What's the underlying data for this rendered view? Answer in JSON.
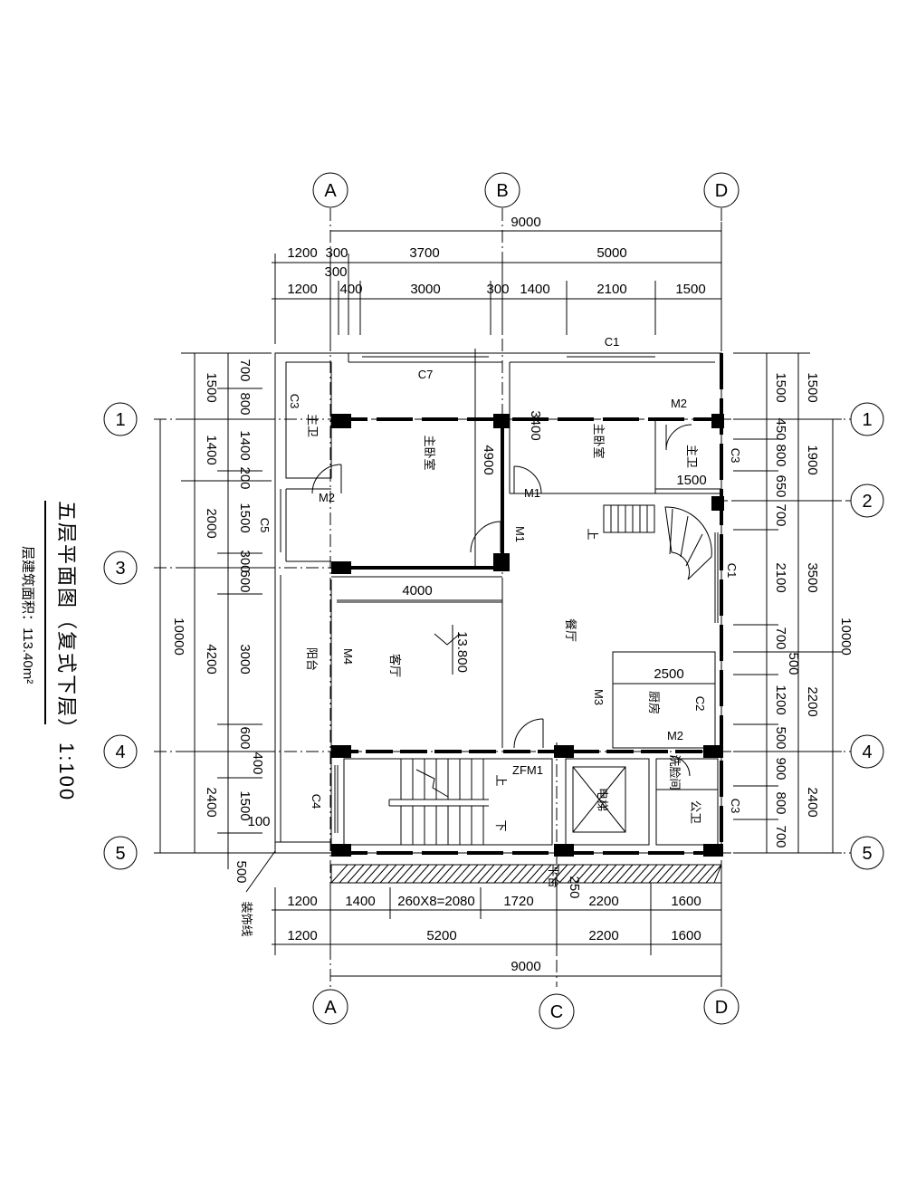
{
  "title": "五层平面图（复式下层）",
  "scale": "1:100",
  "area_note": "层建筑面积：113.40m²",
  "elevation": "13.800",
  "axes": {
    "top": [
      "A",
      "B",
      "D"
    ],
    "bottom": [
      "A",
      "C",
      "D"
    ],
    "left": [
      "1",
      "3",
      "4",
      "5"
    ],
    "right": [
      "1",
      "2",
      "4",
      "5"
    ]
  },
  "dims": {
    "top_total": "9000",
    "top_row1": [
      "1200",
      "300",
      "3700",
      "5000"
    ],
    "top_300": "300",
    "top_row2": [
      "1200",
      "400",
      "3000",
      "300",
      "1400",
      "2100",
      "1500"
    ],
    "bottom_row1": [
      "1200",
      "1400",
      "260X8=2080",
      "1720",
      "2200",
      "1600"
    ],
    "bottom_row2": [
      "1200",
      "5200",
      "2200",
      "1600"
    ],
    "bottom_total": "9000",
    "left_outer": [
      "1500",
      "1400",
      "2000",
      "4200",
      "2400"
    ],
    "left_inner": [
      "700",
      "800",
      "1400",
      "200",
      "1500",
      "300",
      "600",
      "3000",
      "600",
      "400",
      "1500",
      "100",
      "500"
    ],
    "left_total": "10000",
    "right_inner": [
      "1500",
      "450",
      "800",
      "650",
      "700",
      "2100",
      "700",
      "500",
      "1200",
      "500",
      "900",
      "800",
      "700"
    ],
    "right_outer": [
      "1500",
      "1900",
      "3500",
      "2200",
      "2400"
    ],
    "right_total": "10000",
    "interior": [
      "4900",
      "3400",
      "1500",
      "4000",
      "2500",
      "250"
    ]
  },
  "rooms": [
    "主卧室",
    "主卧室",
    "主卫",
    "主卫",
    "客厅",
    "餐厅",
    "阳台",
    "厨房",
    "公卫",
    "洗脸间",
    "电梯"
  ],
  "openings": [
    "C1",
    "C1",
    "C2",
    "C3",
    "C3",
    "C3",
    "C4",
    "C5",
    "C7",
    "M1",
    "M1",
    "M2",
    "M2",
    "M2",
    "M3",
    "M4",
    "ZFM1"
  ],
  "stair_marks": [
    "上",
    "上",
    "下"
  ],
  "annotations": [
    "装饰线",
    "平台"
  ]
}
